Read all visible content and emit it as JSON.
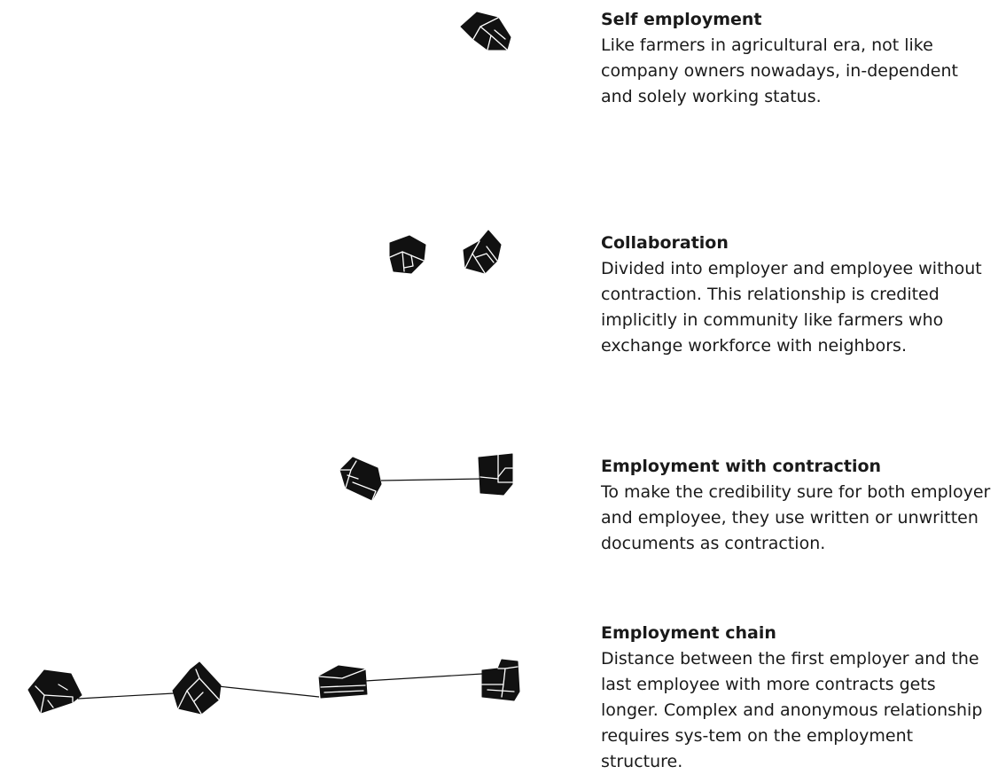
{
  "rows": [
    {
      "title": "Self employment",
      "description": "Like farmers in agricultural era, not like company owners nowadays, in-dependent and solely working status."
    },
    {
      "title": "Collaboration",
      "description": "Divided into employer and employee without contraction. This relationship is credited implicitly in community like farmers who exchange workforce with neighbors."
    },
    {
      "title": "Employment with contraction",
      "description": "To make the credibility sure for both employer and employee, they use written or unwritten documents as contraction."
    },
    {
      "title": "Employment chain",
      "description": "Distance between the first employer and the last employee with more contracts gets longer. Complex and anonymous relationship requires sys-tem on the employment structure."
    }
  ],
  "colors": {
    "block": "#111111",
    "edge": "#ffffff",
    "text": "#1a1a1a"
  }
}
